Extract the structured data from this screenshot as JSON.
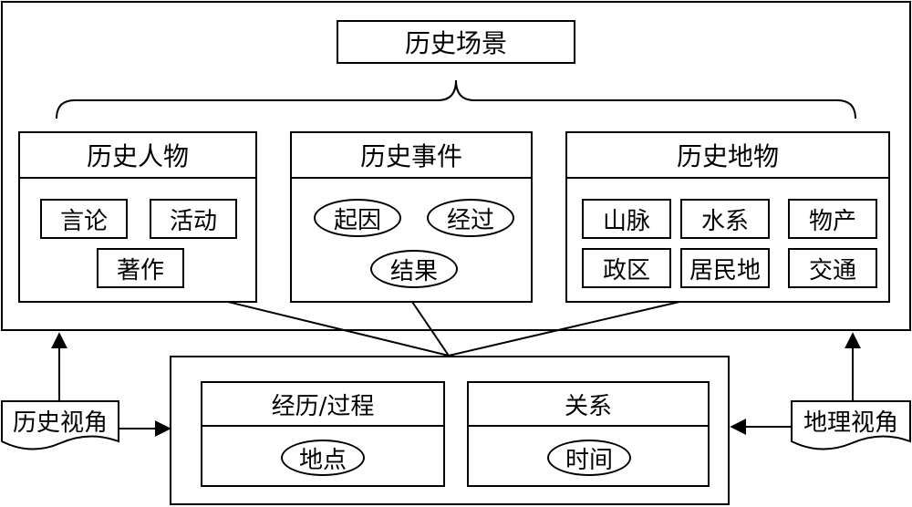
{
  "title": "历史场景",
  "panels": {
    "figures": {
      "title": "历史人物",
      "items": [
        "言论",
        "活动",
        "著作"
      ]
    },
    "events": {
      "title": "历史事件",
      "items": [
        "起因",
        "经过",
        "结果"
      ]
    },
    "places": {
      "title": "历史地物",
      "items": [
        "山脉",
        "水系",
        "物产",
        "政区",
        "居民地",
        "交通"
      ]
    }
  },
  "bottom": {
    "left": {
      "title": "经历/过程",
      "item": "地点"
    },
    "right": {
      "title": "关系",
      "item": "时间"
    }
  },
  "perspectives": {
    "history": "历史视角",
    "geography": "地理视角"
  }
}
